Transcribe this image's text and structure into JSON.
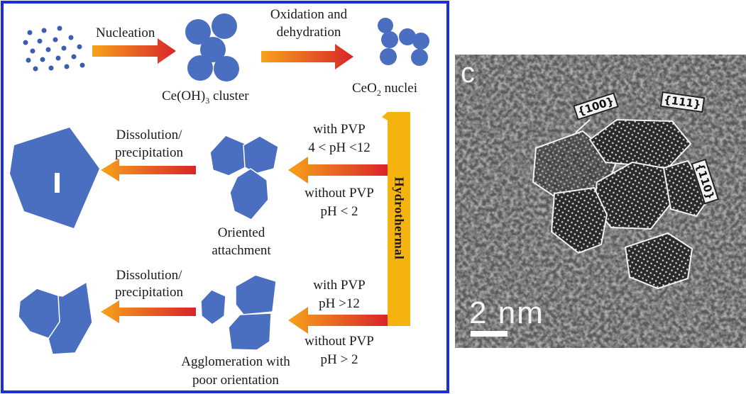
{
  "scheme": {
    "nucleation": "Nucleation",
    "oxidation_line1": "Oxidation and",
    "oxidation_line2": "dehydration",
    "ceoh3_cluster_prefix": "Ce(OH)",
    "ceoh3_cluster_sub": "3",
    "ceoh3_cluster_suffix": " cluster",
    "ceo2_nuclei_prefix": "CeO",
    "ceo2_nuclei_sub": "2",
    "ceo2_nuclei_suffix": " nuclei",
    "hydrothermal": "Hydrothermal",
    "upper_dissolution_line1": "Dissolution/",
    "upper_dissolution_line2": "precipitation",
    "upper_with": "with PVP",
    "upper_with_ph": "4 < pH <12",
    "upper_without": "without PVP",
    "upper_without_ph": "pH < 2",
    "oriented_line1": "Oriented",
    "oriented_line2": "attachment",
    "lower_dissolution_line1": "Dissolution/",
    "lower_dissolution_line2": "precipitation",
    "lower_with": "with PVP",
    "lower_with_ph": "pH >12",
    "lower_without": "without PVP",
    "lower_without_ph": "pH > 2",
    "agglomeration_line1": "Agglomeration with",
    "agglomeration_line2": "poor orientation"
  },
  "tem": {
    "panel_letter": "c",
    "facet_100": "{100}",
    "facet_111": "{111}",
    "facet_110": "{110}",
    "scale_bar": "2 nm"
  },
  "colors": {
    "frame_blue": "#1a2fd6",
    "particle_blue": "#4a6fc0",
    "hydrothermal_orange": "#f5b30f",
    "arrow_red": "#d8242a",
    "arrow_orange": "#f7a21b"
  }
}
